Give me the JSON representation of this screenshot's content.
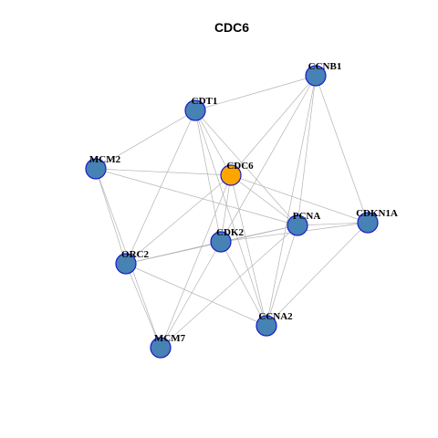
{
  "title": "CDC6",
  "colors": {
    "default_node": "#4682b4",
    "highlight_node": "#ffa500",
    "node_border": "#1a1acc",
    "edge": "#b3b3b3"
  },
  "nodes": [
    {
      "id": "CCNB1",
      "highlight": false
    },
    {
      "id": "CDT1",
      "highlight": false
    },
    {
      "id": "MCM2",
      "highlight": false
    },
    {
      "id": "CDC6",
      "highlight": true
    },
    {
      "id": "PCNA",
      "highlight": false
    },
    {
      "id": "CDKN1A",
      "highlight": false
    },
    {
      "id": "CDK2",
      "highlight": false
    },
    {
      "id": "ORC2",
      "highlight": false
    },
    {
      "id": "CCNA2",
      "highlight": false
    },
    {
      "id": "MCM7",
      "highlight": false
    }
  ],
  "edges": [
    [
      "CCNB1",
      "CDT1"
    ],
    [
      "CCNB1",
      "CDC6"
    ],
    [
      "CCNB1",
      "CDK2"
    ],
    [
      "CCNB1",
      "CCNA2"
    ],
    [
      "CCNB1",
      "PCNA"
    ],
    [
      "CCNB1",
      "CDKN1A"
    ],
    [
      "CDT1",
      "MCM2"
    ],
    [
      "CDT1",
      "CDC6"
    ],
    [
      "CDT1",
      "PCNA"
    ],
    [
      "CDT1",
      "CDK2"
    ],
    [
      "CDT1",
      "ORC2"
    ],
    [
      "CDT1",
      "CCNA2"
    ],
    [
      "MCM2",
      "CDC6"
    ],
    [
      "MCM2",
      "PCNA"
    ],
    [
      "MCM2",
      "MCM7"
    ],
    [
      "MCM2",
      "ORC2"
    ],
    [
      "CDC6",
      "CDKN1A"
    ],
    [
      "CDC6",
      "PCNA"
    ],
    [
      "CDC6",
      "CDK2"
    ],
    [
      "CDC6",
      "ORC2"
    ],
    [
      "CDC6",
      "MCM7"
    ],
    [
      "CDC6",
      "CCNA2"
    ],
    [
      "PCNA",
      "CDK2"
    ],
    [
      "PCNA",
      "ORC2"
    ],
    [
      "PCNA",
      "CCNA2"
    ],
    [
      "PCNA",
      "MCM7"
    ],
    [
      "PCNA",
      "CDKN1A"
    ],
    [
      "CDKN1A",
      "CDK2"
    ],
    [
      "CDKN1A",
      "CCNA2"
    ],
    [
      "CDK2",
      "ORC2"
    ],
    [
      "CDK2",
      "MCM7"
    ],
    [
      "CDK2",
      "CCNA2"
    ],
    [
      "ORC2",
      "MCM7"
    ],
    [
      "ORC2",
      "CCNA2"
    ]
  ]
}
